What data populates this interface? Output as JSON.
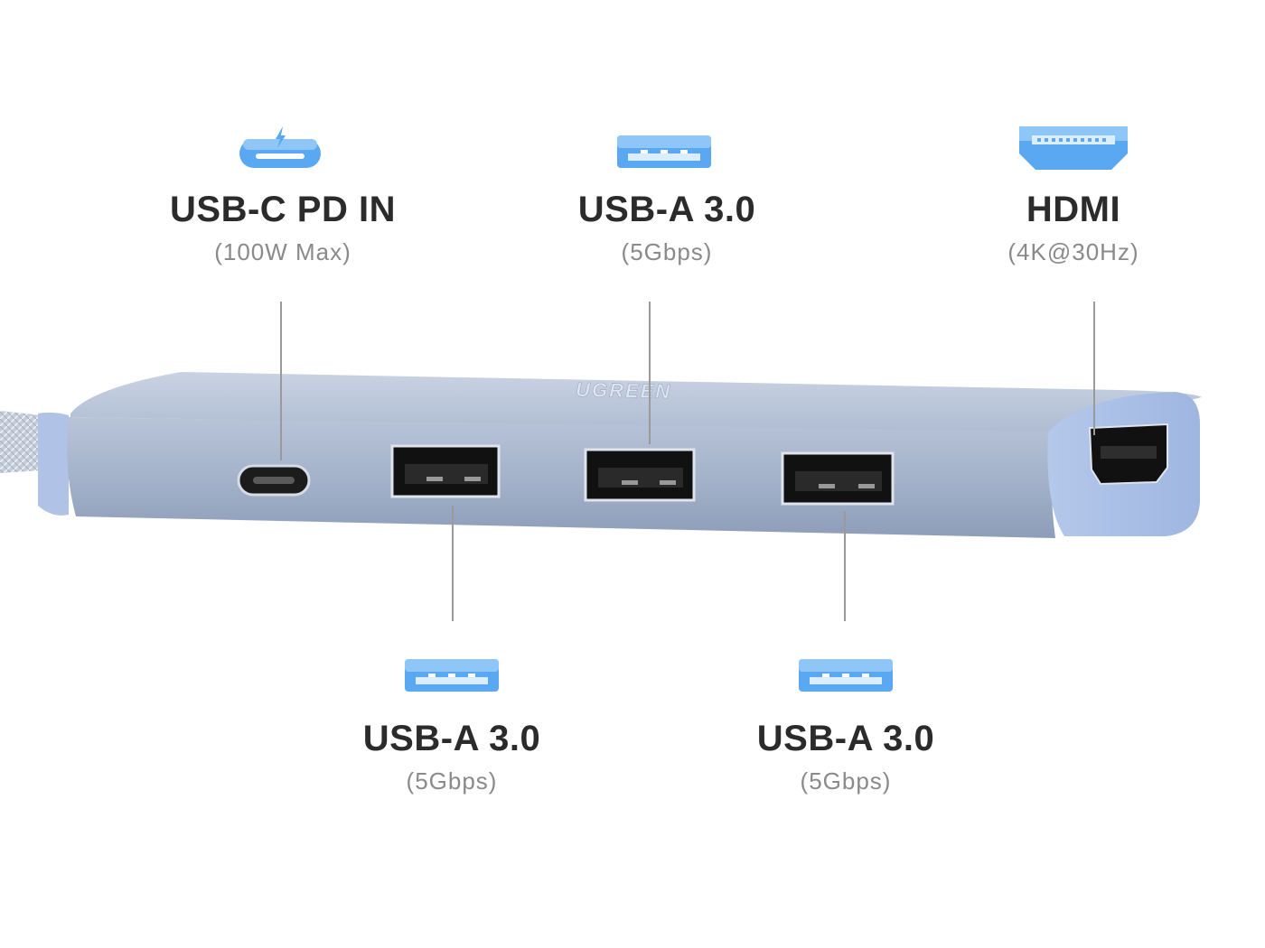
{
  "brand": {
    "name": "UGREEN"
  },
  "colors": {
    "icon_blue": "#5aa7f2",
    "hub_body": "#a9b7ce",
    "text_dark": "#2b2b2b",
    "text_gray": "#8a8a8a"
  },
  "ports": {
    "usbc": {
      "title": "USB-C PD IN",
      "subtitle": "(100W Max)",
      "icon": "usb-c-power-icon"
    },
    "usba_top": {
      "title": "USB-A 3.0",
      "subtitle": "(5Gbps)",
      "icon": "usb-a-icon"
    },
    "hdmi": {
      "title": "HDMI",
      "subtitle": "(4K@30Hz)",
      "icon": "hdmi-icon"
    },
    "usba_bottom_left": {
      "title": "USB-A 3.0",
      "subtitle": "(5Gbps)",
      "icon": "usb-a-icon"
    },
    "usba_bottom_right": {
      "title": "USB-A 3.0",
      "subtitle": "(5Gbps)",
      "icon": "usb-a-icon"
    }
  }
}
